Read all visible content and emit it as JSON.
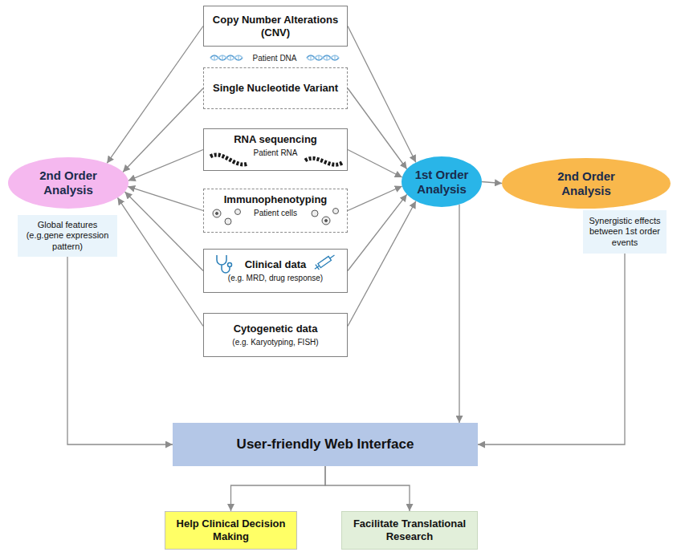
{
  "diagram": {
    "nodes": [
      {
        "text": [
          "Copy Number Alterations (CNV)"
        ]
      },
      {
        "text": [
          "Single Nucleotide Variant"
        ]
      },
      {
        "text": [
          "RNA sequencing",
          "Patient RNA"
        ]
      },
      {
        "text": [
          "Immunophenotyping",
          "Patient cells"
        ]
      },
      {
        "text": [
          "Clinical data",
          "(e.g. MRD, drug response)"
        ]
      },
      {
        "text": [
          "Cytogenetic data",
          "(e.g. Karyotyping, FISH)"
        ]
      },
      {
        "text": [
          "2nd Order Analysis"
        ]
      },
      {
        "text": [
          "Global features (e.g.gene expression pattern)"
        ]
      },
      {
        "text": [
          "1st Order Analysis"
        ]
      },
      {
        "text": [
          "2nd Order Analysis"
        ]
      },
      {
        "text": [
          "Synergistic effects between 1st order events"
        ]
      },
      {
        "text": [
          "User-friendly Web Interface"
        ]
      },
      {
        "text": [
          "Help Clinical Decision Making"
        ]
      },
      {
        "text": [
          "Facilitate Translational Research"
        ]
      }
    ],
    "edges": [
      {
        "from": 0,
        "to": 6,
        "arrow": "to"
      },
      {
        "from": 1,
        "to": 6,
        "arrow": "to"
      },
      {
        "from": 2,
        "to": 6,
        "arrow": "to"
      },
      {
        "from": 3,
        "to": 6,
        "arrow": "to"
      },
      {
        "from": 4,
        "to": 6,
        "arrow": "to"
      },
      {
        "from": 5,
        "to": 6,
        "arrow": "to"
      },
      {
        "from": 0,
        "to": 8,
        "arrow": "to"
      },
      {
        "from": 1,
        "to": 8,
        "arrow": "to"
      },
      {
        "from": 2,
        "to": 8,
        "arrow": "to"
      },
      {
        "from": 3,
        "to": 8,
        "arrow": "to"
      },
      {
        "from": 4,
        "to": 8,
        "arrow": "to"
      },
      {
        "from": 5,
        "to": 8,
        "arrow": "to"
      },
      {
        "from": 8,
        "to": 9,
        "arrow": "to"
      },
      {
        "from": 7,
        "to": 11,
        "arrow": "to"
      },
      {
        "from": 8,
        "to": 11,
        "arrow": "to"
      },
      {
        "from": 10,
        "to": 11,
        "arrow": "to"
      },
      {
        "from": 11,
        "to": 12,
        "arrow": "to"
      },
      {
        "from": 11,
        "to": 13,
        "arrow": "to"
      }
    ],
    "labels": [
      "Patient DNA"
    ]
  }
}
